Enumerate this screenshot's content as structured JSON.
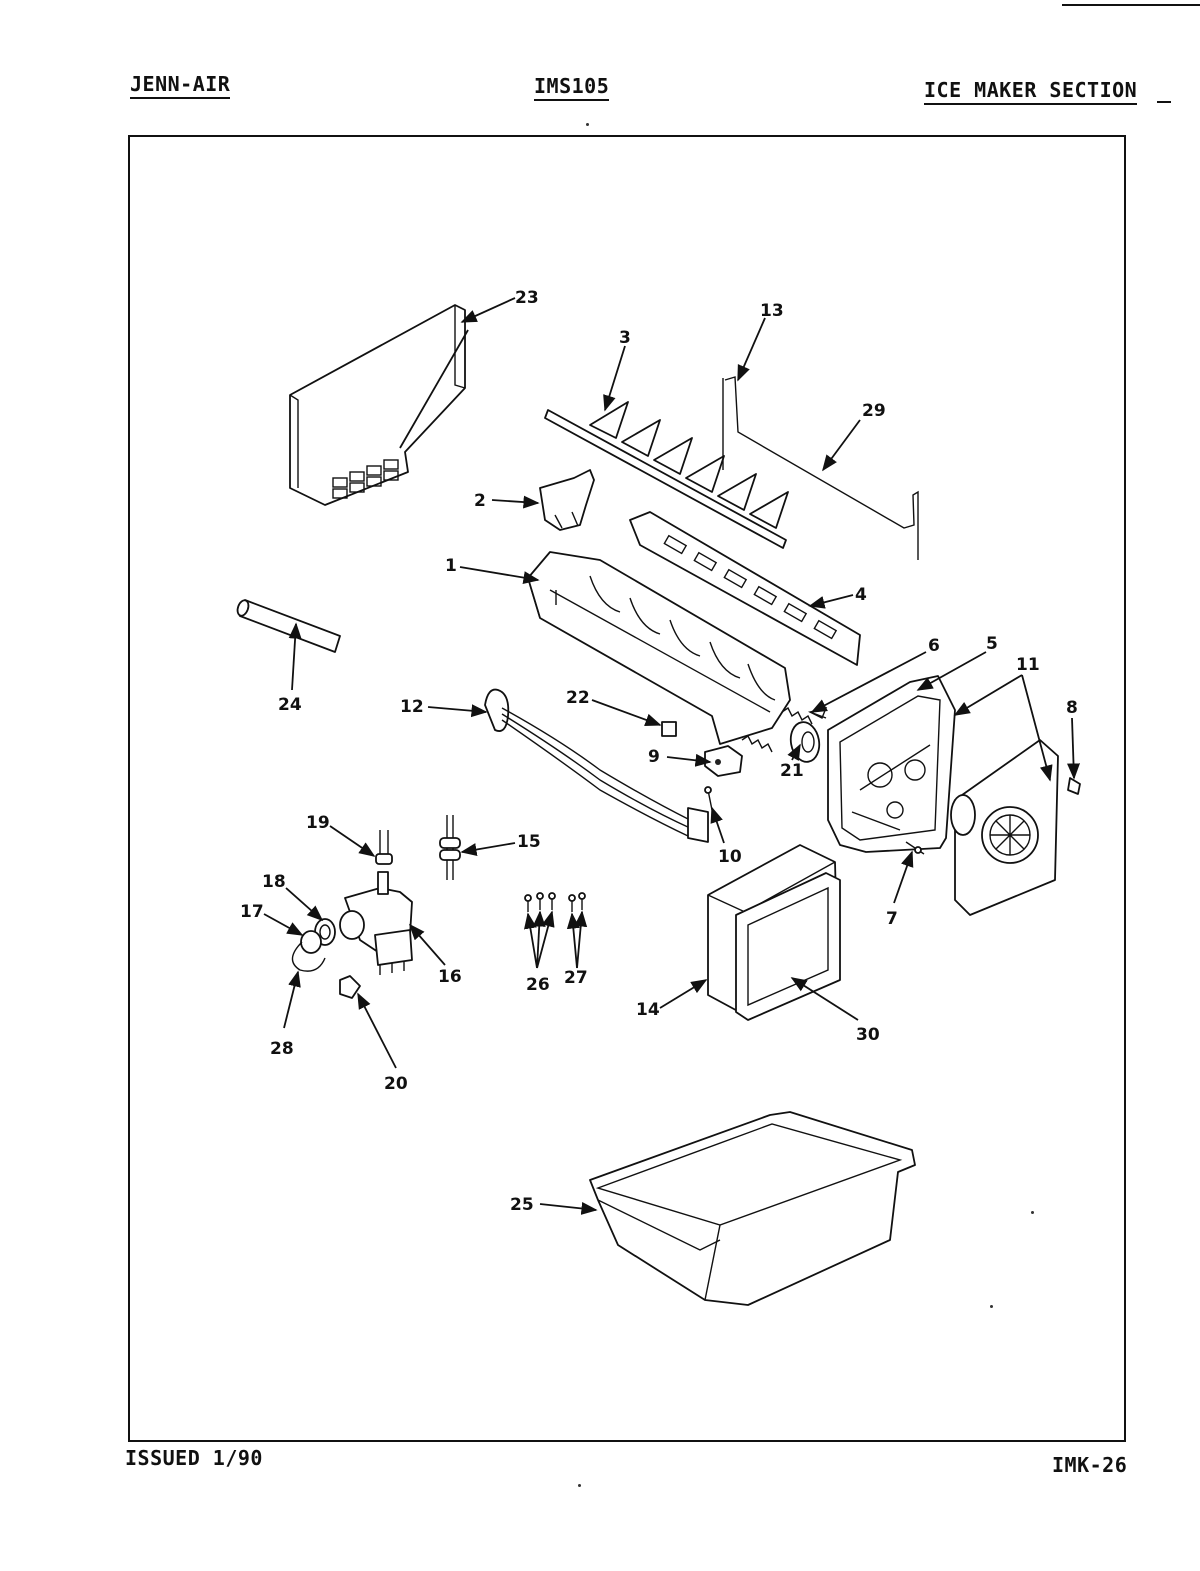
{
  "header": {
    "brand": "JENN-AIR",
    "model": "IMS105",
    "section": "ICE MAKER SECTION"
  },
  "footer": {
    "issued": "ISSUED 1/90",
    "page_code": "IMK-26"
  },
  "callouts": {
    "c1": "1",
    "c2": "2",
    "c3": "3",
    "c4": "4",
    "c5": "5",
    "c6": "6",
    "c7": "7",
    "c8": "8",
    "c9": "9",
    "c10": "10",
    "c11": "11",
    "c12": "12",
    "c13": "13",
    "c14": "14",
    "c15": "15",
    "c16": "16",
    "c17": "17",
    "c18": "18",
    "c19": "19",
    "c20": "20",
    "c21": "21",
    "c22": "22",
    "c23": "23",
    "c24": "24",
    "c25": "25",
    "c26": "26",
    "c27": "27",
    "c28": "28",
    "c29": "29",
    "c30": "30"
  }
}
